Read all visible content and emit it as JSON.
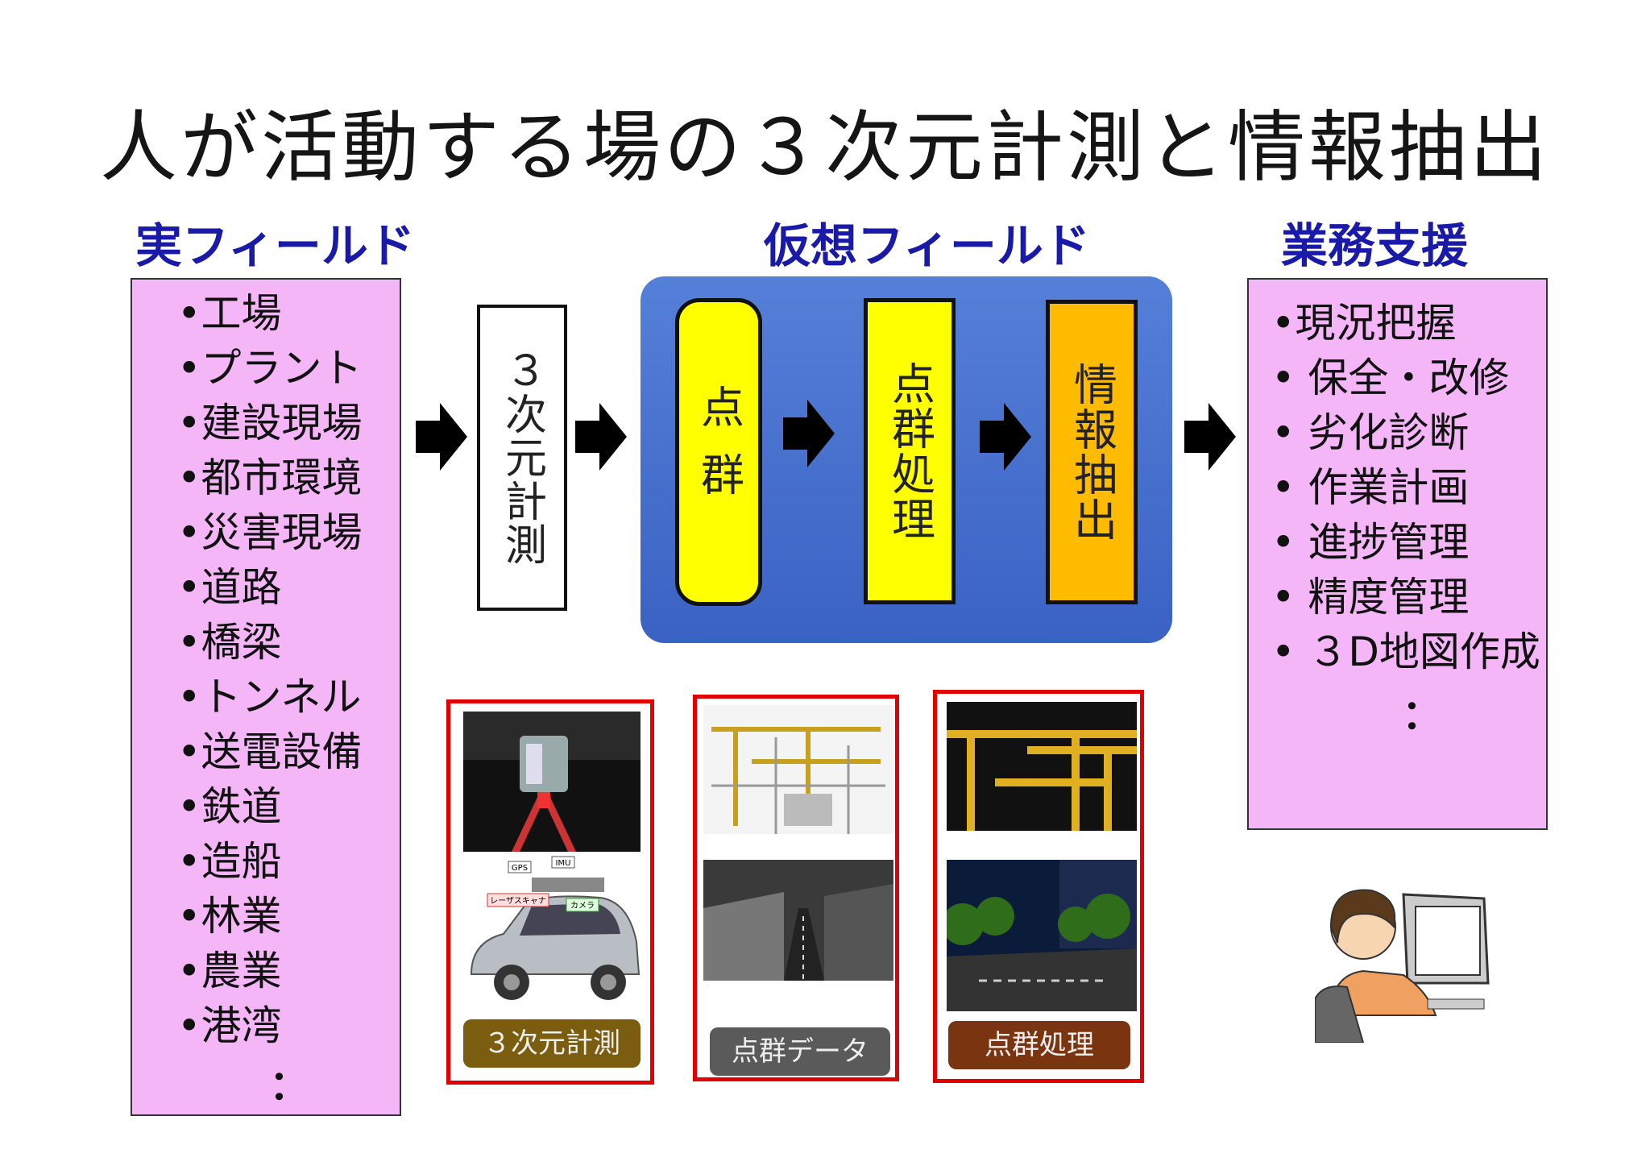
{
  "title": "人が活動する場の３次元計測と情報抽出",
  "sections": {
    "real_field": "実フィールド",
    "virtual_field": "仮想フィールド",
    "business_support": "業務支援"
  },
  "real_field_items": [
    "•工場",
    "•プラント",
    "•建設現場",
    "•都市環境",
    "•災害現場",
    "•道路",
    "•橋梁",
    "•トンネル",
    "•送電設備",
    "•鉄道",
    "•造船",
    "•林業",
    "•農業",
    "•港湾"
  ],
  "ellipsis": "：",
  "measure_box": "３次元計測",
  "flow_boxes": {
    "point_cloud": "点群",
    "point_cloud_processing": "点群処理",
    "info_extraction": "情報抽出"
  },
  "business_items": [
    "•現況把握",
    "• 保全・改修",
    "• 劣化診断",
    "• 作業計画",
    "• 進捗管理",
    "• 精度管理",
    "• ３D地図作成"
  ],
  "photo_labels": {
    "gps": "GPS",
    "imu": "IMU",
    "laser_scanner": "レーザスキャナ",
    "camera": "カメラ"
  },
  "captions": {
    "measurement": "３次元計測",
    "point_data": "点群データ",
    "processing": "点群処理"
  },
  "colors": {
    "title_blue": "#1a1aa8",
    "pink": "#f4b6f7",
    "virtual_panel": "#4a72d0",
    "yellow": "#ffff00",
    "orange": "#ffbb00",
    "frame_red": "#e00000"
  }
}
